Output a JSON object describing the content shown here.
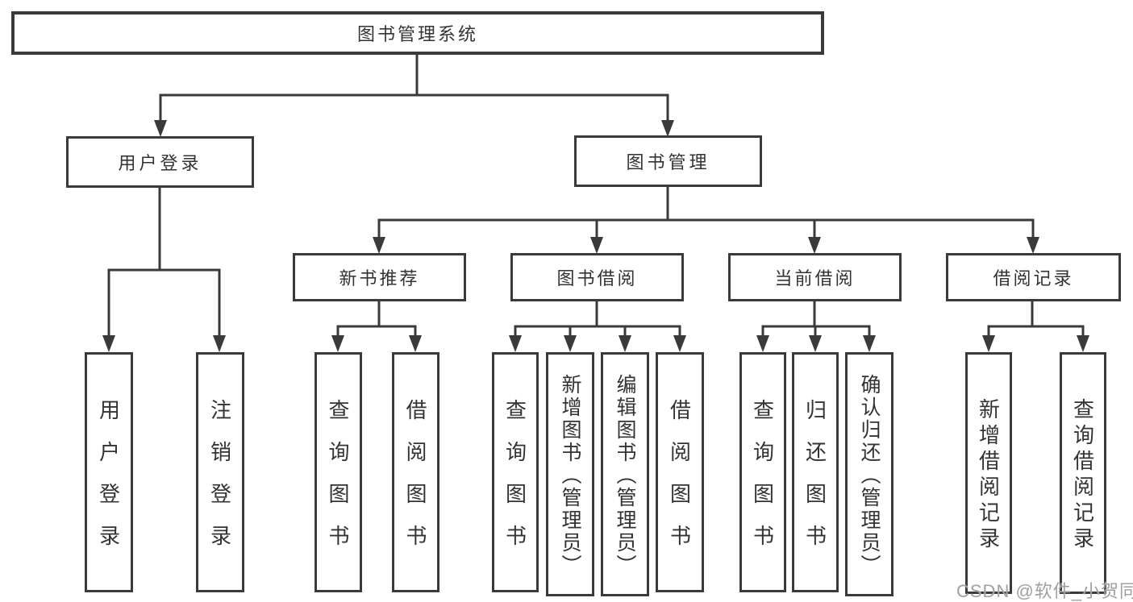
{
  "diagram_title": "图书管理系统",
  "colors": {
    "line": "#3a3a3a",
    "text": "#333333",
    "box_background": "#ffffff",
    "watermark": "#a0a0a0",
    "background": "#ffffff"
  },
  "tree": {
    "root": "图书管理系统",
    "login": "用户登录",
    "mgmt": "图书管理",
    "login_leaves": [
      "用户登录",
      "注销登录"
    ],
    "mgmt_children": [
      "新书推荐",
      "图书借阅",
      "当前借阅",
      "借阅记录"
    ],
    "newbook_leaves": [
      "查询图书",
      "借阅图书"
    ],
    "borrow_leaves": [
      "查询图书",
      "新增图书（管理员）",
      "编辑图书（管理员）",
      "借阅图书"
    ],
    "current_leaves": [
      "查询图书",
      "归还图书",
      "确认归还（管理员）"
    ],
    "record_leaves": [
      "新增借阅记录",
      "查询借阅记录"
    ]
  },
  "watermark": {
    "text": "CSDN @软件_小贺同学"
  }
}
